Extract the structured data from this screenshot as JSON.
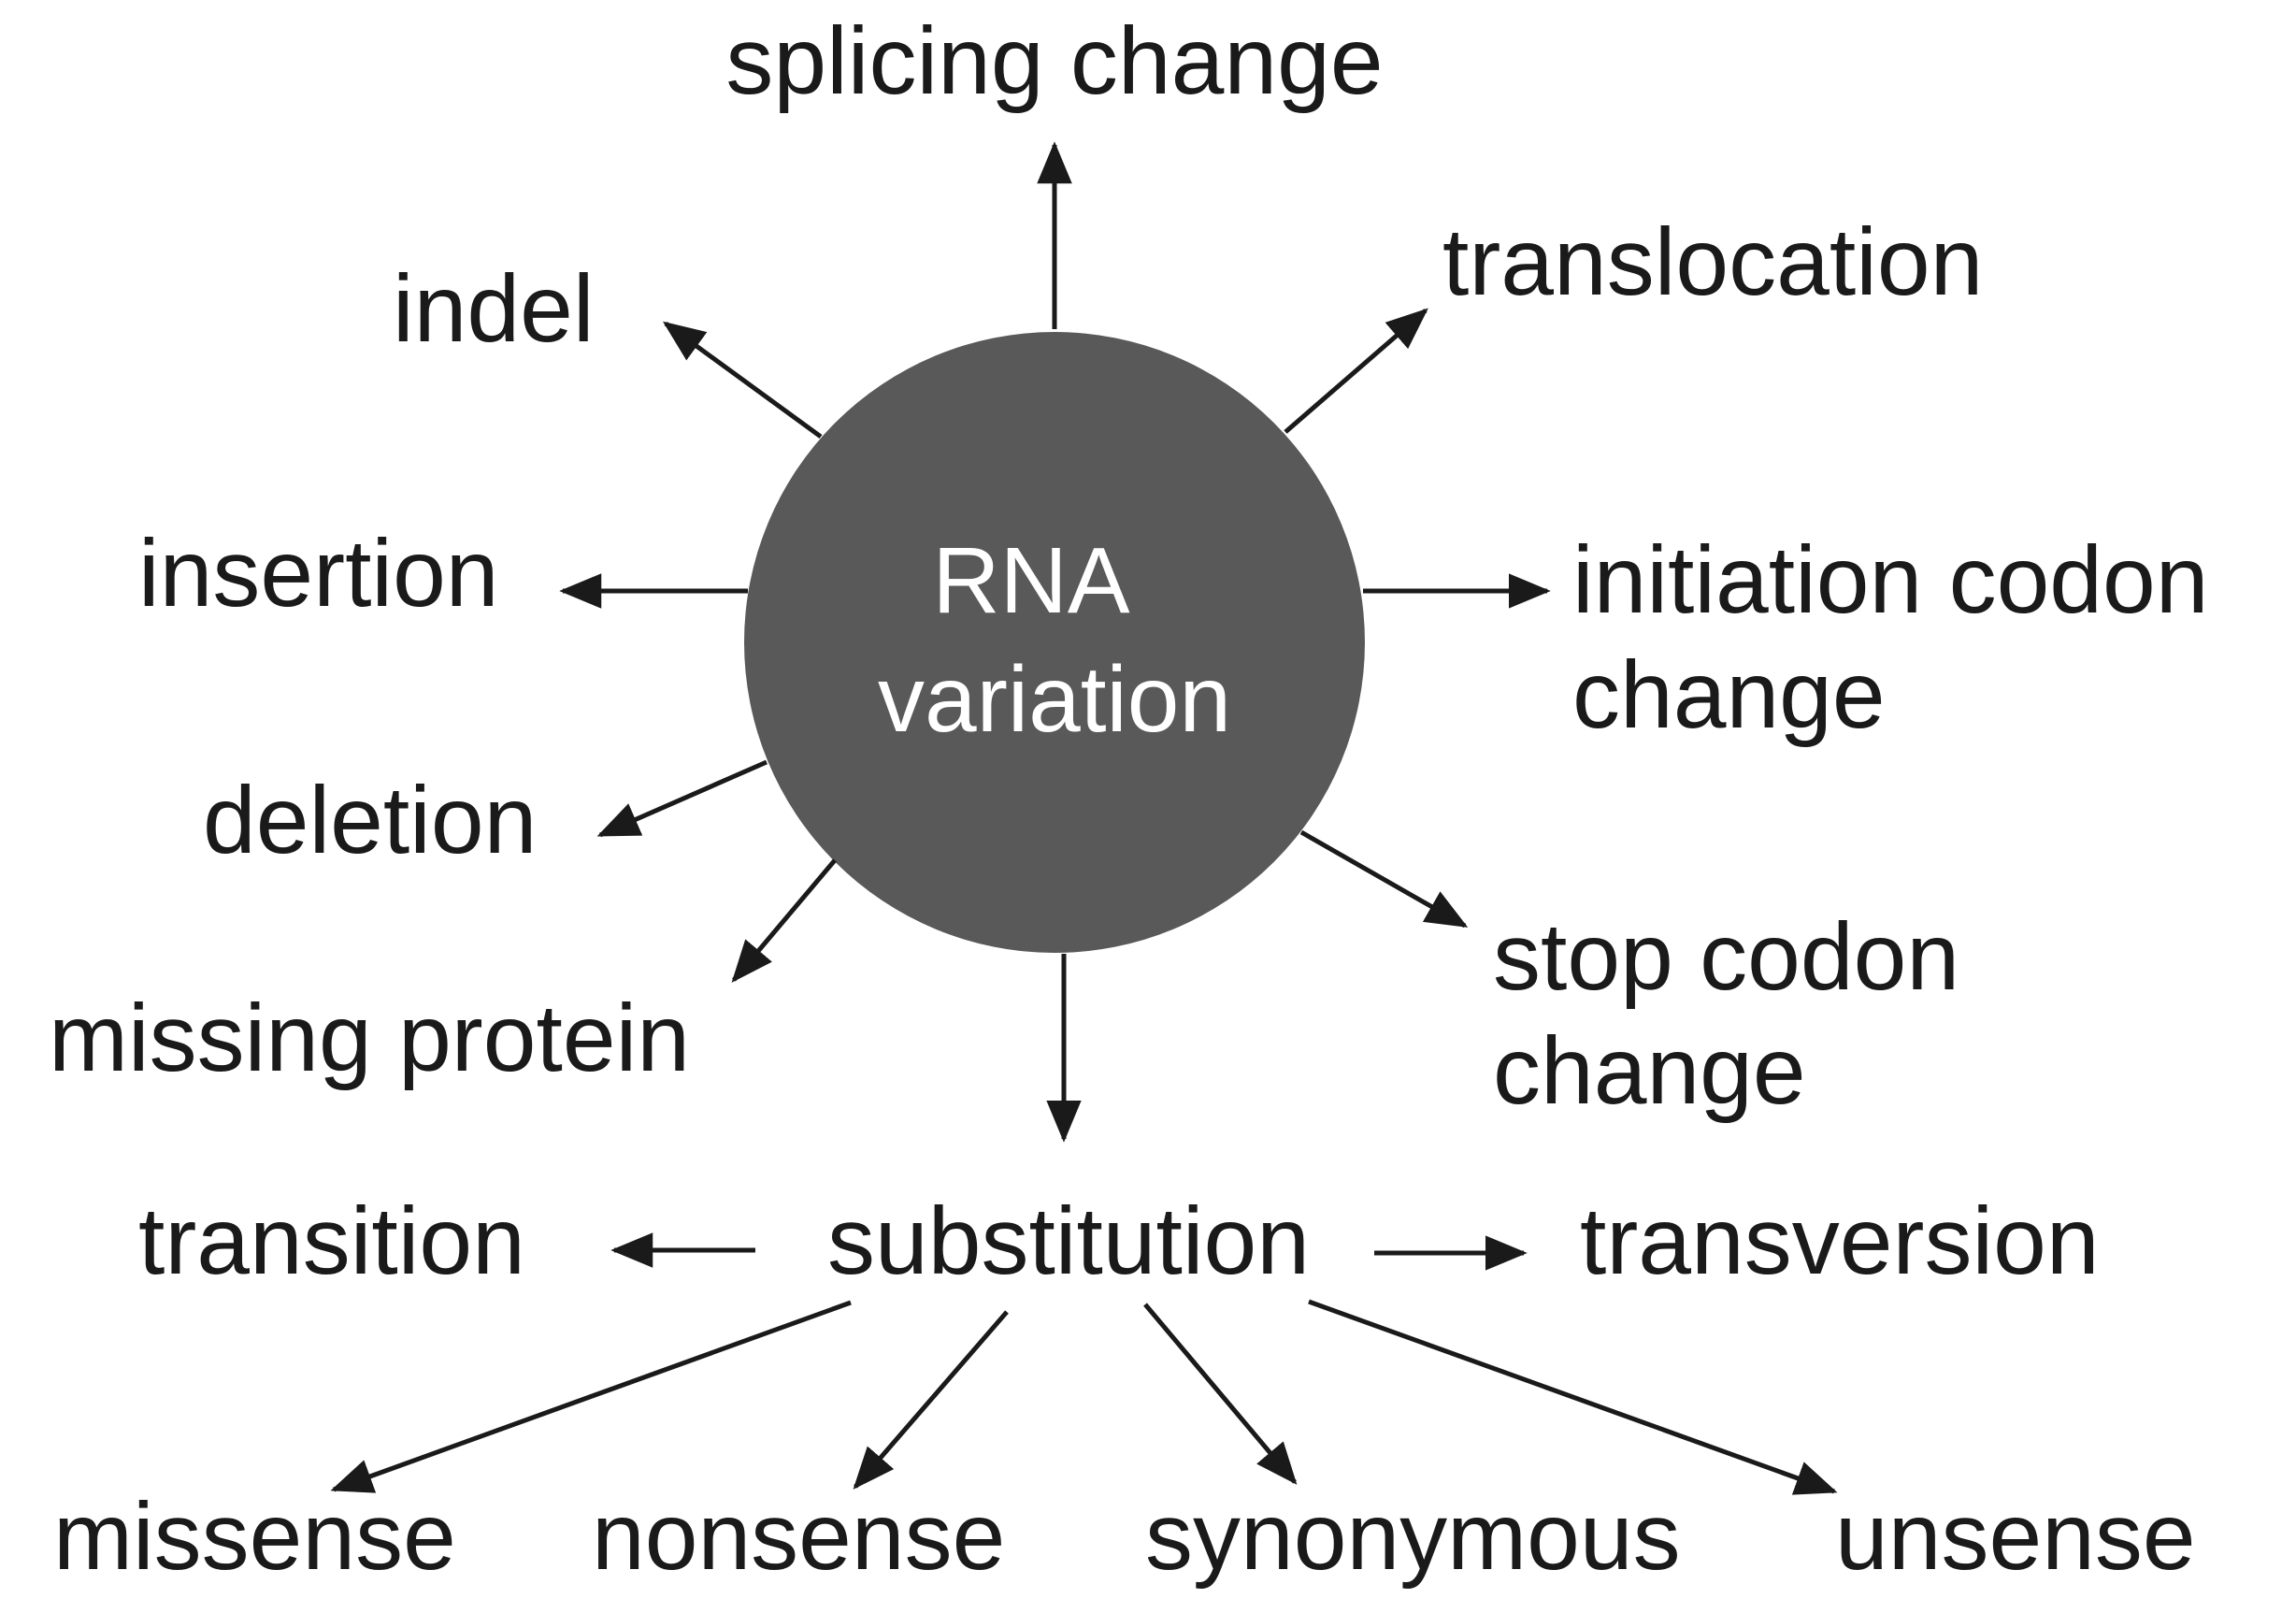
{
  "center": {
    "line1": "RNA",
    "line2": "variation",
    "fill_color": "#595959",
    "text_color": "#ffffff"
  },
  "outcomes": {
    "splicing": "splicing change",
    "translocation": "translocation",
    "indel": "indel",
    "insertion": "insertion",
    "initiation_line1": "initiation codon",
    "initiation_line2": "change",
    "deletion": "deletion",
    "stop_line1": "stop codon",
    "stop_line2": "change",
    "missing_protein": "missing protein"
  },
  "substitution": {
    "label": "substitution",
    "transition": "transition",
    "transversion": "transversion",
    "missense": "missense",
    "nonsense": "nonsense",
    "synonymous": "synonymous",
    "unsense": "unsense"
  },
  "colors": {
    "text": "#1a1a1a",
    "arrow": "#1a1a1a",
    "background": "#ffffff"
  }
}
